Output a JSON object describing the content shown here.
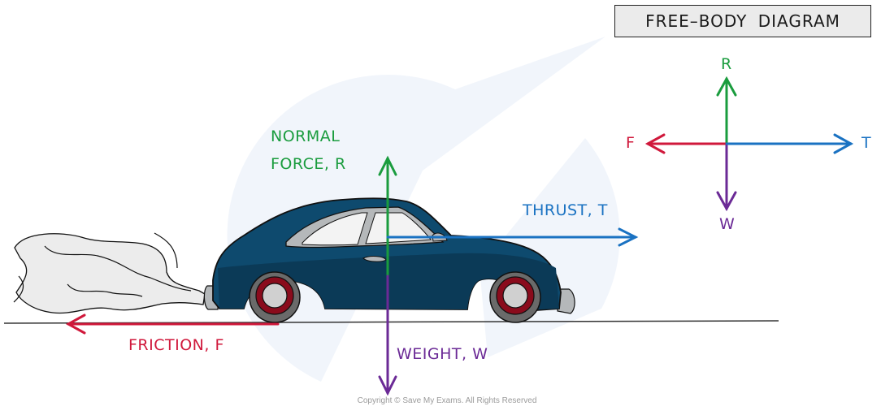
{
  "title_box": {
    "text": "FREE–BODY  DIAGRAM"
  },
  "labels": {
    "normal_line1": "NORMAL",
    "normal_line2": "FORCE, R",
    "thrust": "THRUST, T",
    "friction": "FRICTION,  F",
    "weight": "WEIGHT,  W"
  },
  "free_body": {
    "up": "R",
    "down": "W",
    "left": "F",
    "right": "T"
  },
  "forces": [
    {
      "name": "Normal force",
      "symbol": "R",
      "direction": "up",
      "color": "#1a9c3e"
    },
    {
      "name": "Weight",
      "symbol": "W",
      "direction": "down",
      "color": "#6b2a96"
    },
    {
      "name": "Friction",
      "symbol": "F",
      "direction": "left",
      "color": "#d0183b"
    },
    {
      "name": "Thrust",
      "symbol": "T",
      "direction": "right",
      "color": "#1a72c2"
    }
  ],
  "colors": {
    "green": "#1a9c3e",
    "blue": "#1a72c2",
    "red": "#d0183b",
    "purple": "#6b2a96",
    "car_body": "#0e4a6e",
    "car_dark": "#0b3a57",
    "wheel_rim": "#8a0b1c",
    "tyre": "#6a6a6a",
    "hubcap": "#d0d0d0",
    "smoke": "#ececec",
    "watermark": "#eef3fa"
  },
  "copyright": "Copyright © Save My Exams. All Rights Reserved"
}
